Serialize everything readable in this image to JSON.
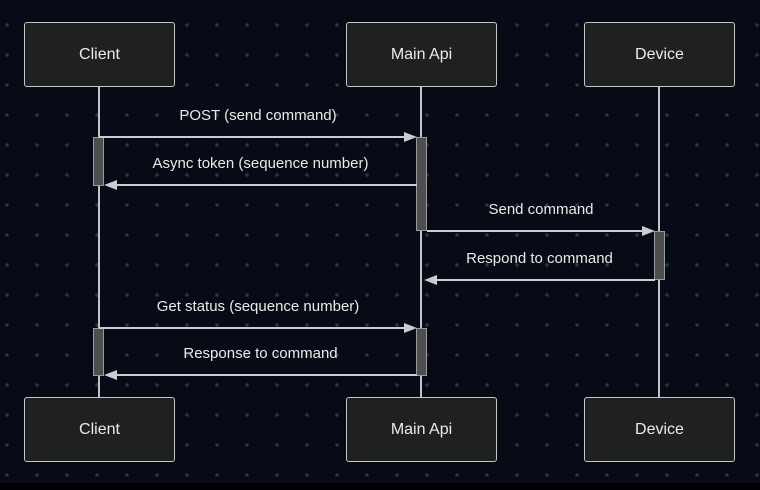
{
  "diagram": {
    "type": "sequence-diagram",
    "actors": [
      "Client",
      "Main Api",
      "Device"
    ],
    "messages": [
      {
        "from": "Client",
        "to": "Main Api",
        "label": "POST (send command)",
        "direction": "right",
        "line": "solid"
      },
      {
        "from": "Main Api",
        "to": "Client",
        "label": "Async token (sequence number)",
        "direction": "left",
        "line": "solid"
      },
      {
        "from": "Main Api",
        "to": "Device",
        "label": "Send command",
        "direction": "right",
        "line": "solid"
      },
      {
        "from": "Device",
        "to": "Main Api",
        "label": "Respond to command",
        "direction": "left",
        "line": "solid"
      },
      {
        "from": "Client",
        "to": "Main Api",
        "label": "Get status (sequence number)",
        "direction": "right",
        "line": "solid"
      },
      {
        "from": "Main Api",
        "to": "Client",
        "label": "Response to command",
        "direction": "left",
        "line": "solid"
      }
    ],
    "activations": [
      {
        "actor": "Client",
        "span": "POST (send command) → Async token (sequence number)"
      },
      {
        "actor": "Main Api",
        "span": "POST (send command) → Send command"
      },
      {
        "actor": "Device",
        "span": "Send command → Respond to command"
      },
      {
        "actor": "Client",
        "span": "Get status (sequence number) → Response to command"
      },
      {
        "actor": "Main Api",
        "span": "Get status (sequence number) → Response to command"
      }
    ]
  },
  "colors": {
    "background": "#070b16",
    "grid_dot": "#2f333e",
    "box_fill": "#1f2121",
    "box_border": "#c6c6c6",
    "text": "#eceae6",
    "line": "#c9ccd2",
    "activation_fill": "#4e4e4e",
    "activation_border": "#9a9a9a",
    "bottom_bar": "#000000"
  }
}
